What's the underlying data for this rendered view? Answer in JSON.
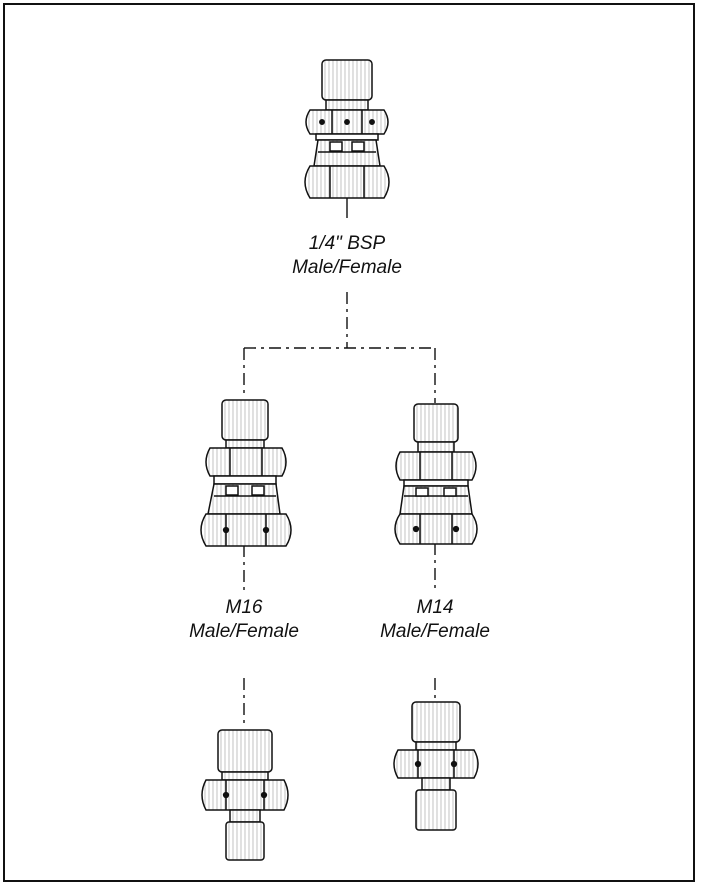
{
  "labels": {
    "top": {
      "line1": "1/4\" BSP",
      "line2": "Male/Female"
    },
    "left": {
      "line1": "M16",
      "line2": "Male/Female"
    },
    "right": {
      "line1": "M14",
      "line2": "Male/Female"
    }
  }
}
